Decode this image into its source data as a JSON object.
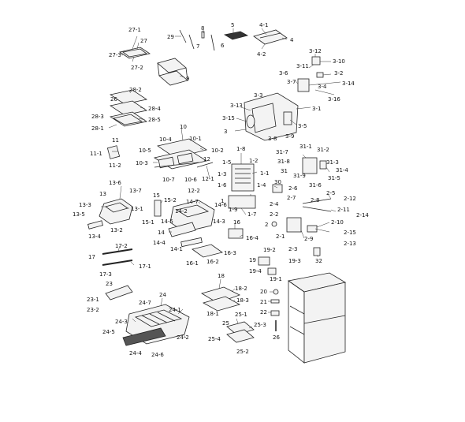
{
  "labels": {
    "l27_1": "27-1",
    "l27": "27",
    "l27_3": "27-3",
    "l27_2": "27-2",
    "l29": "29",
    "l8": "8",
    "l7": "7",
    "l6": "6",
    "l5": "5",
    "l4_1": "4-1",
    "l4": "4",
    "l4_2": "4-2",
    "l9": "9",
    "l3_12": "3-12",
    "l3_10": "3-10",
    "l3_11": "3-11",
    "l3_6": "3-6",
    "l3_2": "3-2",
    "l3_7": "3-7",
    "l3_14": "3-14",
    "l3_3": "3-3",
    "l3_4": "3-4",
    "l3_16": "3-16",
    "l3_1": "3-1",
    "l3_13": "3-13",
    "l3_15": "3-15",
    "l3_5": "3-5",
    "l3": "3",
    "l3_8": "3-8",
    "l3_9": "3-9",
    "l28_2": "28-2",
    "l26": "26",
    "l28_4": "28-4",
    "l28_3": "28-3",
    "l28_5": "28-5",
    "l28_1": "28-1",
    "l10": "10",
    "l10_4": "10-4",
    "l10_1": "10-1",
    "l10_5": "10-5",
    "l10_2": "10-2",
    "l10_3": "10-3",
    "l12": "12",
    "l10_7": "10-7",
    "l10_6": "10-6",
    "l12_1": "12-1",
    "l12_2": "12-2",
    "l11": "11",
    "l11_1": "11-1",
    "l11_2": "11-2",
    "l1_8": "1-8",
    "l1_5": "1-5",
    "l1_2": "1-2",
    "l1_3": "1-3",
    "l1_1": "1-1",
    "l1_6": "1-6",
    "l1_4": "1-4",
    "l1": "1",
    "l1_9": "1-9",
    "l1_7": "1-7",
    "l31_7": "31-7",
    "l31_1": "31-1",
    "l31_2": "31-2",
    "l31_8": "31-8",
    "l31_3": "31-3",
    "l31": "31",
    "l31_4": "31-4",
    "l31_9": "31-9",
    "l31_5": "31-5",
    "l31_6": "31-6",
    "l30": "30",
    "l2_6": "2-6",
    "l2_5": "2-5",
    "l2_12": "2-12",
    "l2_4": "2-4",
    "l2_7": "2-7",
    "l2_8": "2-8",
    "l2_11": "2-11",
    "l2_14": "2-14",
    "l2_2": "2-2",
    "l2_10": "2-10",
    "l2": "2",
    "l2_15": "2-15",
    "l2_1": "2-1",
    "l2_9": "2-9",
    "l2_13": "2-13",
    "l2_3": "2-3",
    "l13_6": "13-6",
    "l13_7": "13-7",
    "l13": "13",
    "l13_3": "13-3",
    "l13_1": "13-1",
    "l13_5": "13-5",
    "l13_2": "13-2",
    "l13_4": "13-4",
    "l15": "15",
    "l15_2": "15-2",
    "l15_1": "15-1",
    "l14_7": "14-7",
    "l14_6": "14-6",
    "l14_2": "14-2",
    "l14_5": "14-5",
    "l14_3": "14-3",
    "l14": "14",
    "l14_4": "14-4",
    "l14_1": "14-1",
    "l16": "16",
    "l16_4": "16-4",
    "l16_3": "16-3",
    "l16_1": "16-1",
    "l16_2": "16-2",
    "l32": "32",
    "l19_2": "19-2",
    "l19": "19",
    "l19_3": "19-3",
    "l19_4": "19-4",
    "l19_1": "19-1",
    "l17_2": "17-2",
    "l17": "17",
    "l17_1": "17-1",
    "l17_3": "17-3",
    "l18": "18",
    "l18_2": "18-2",
    "l18_3": "18-3",
    "l18_1": "18-1",
    "l20": "20",
    "l21": "21",
    "l22": "22",
    "l26b": "26",
    "l23": "23",
    "l23_1": "23-1",
    "l23_2": "23-2",
    "l24_7": "24-7",
    "l24": "24",
    "l24_1": "24-1",
    "l24_3": "24-3",
    "l24_5": "24-5",
    "l24_2": "24-2",
    "l24_4": "24-4",
    "l24_6": "24-6",
    "l25_1": "25-1",
    "l25": "25",
    "l25_3": "25-3",
    "l25_4": "25-4",
    "l25_2": "25-2"
  }
}
